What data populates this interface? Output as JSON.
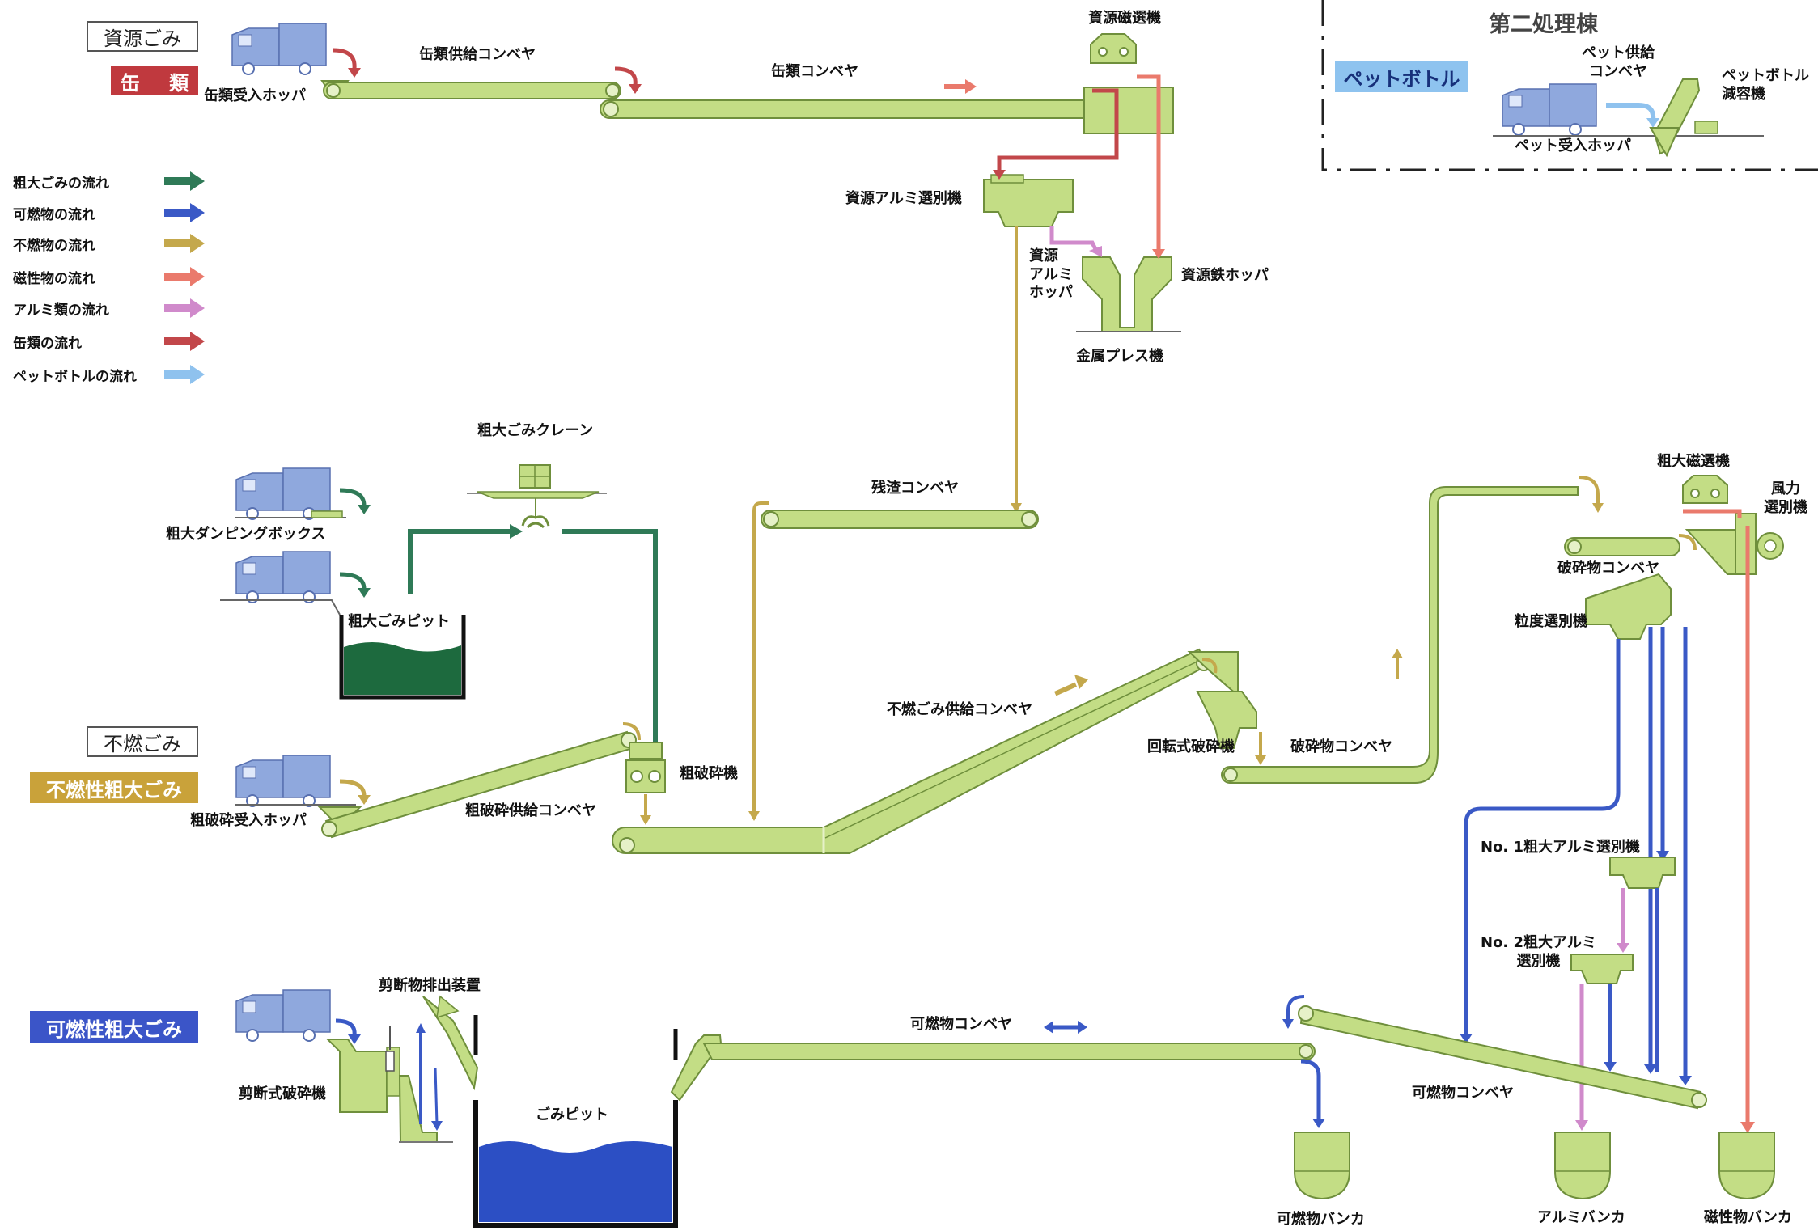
{
  "colors": {
    "machine_fill": "#c3dd85",
    "machine_stroke": "#6f8f3c",
    "truck": "#8fa8dd",
    "bulky": "#2f7a57",
    "combustible": "#3a59c6",
    "incombustible": "#c4a84c",
    "magnetic": "#ea7a6c",
    "aluminum": "#d08acb",
    "cans": "#c2474a",
    "pet": "#8fc2ee",
    "pit_green": "#1d6a3e",
    "pit_blue": "#2c4fc4"
  },
  "categories": {
    "resource_waste": "資源ごみ",
    "cans": "缶 類",
    "incombustible_waste": "不燃ごみ",
    "incombustible_bulky": "不燃性粗大ごみ",
    "combustible_bulky": "可燃性粗大ごみ",
    "pet_bottle": "ペットボトル"
  },
  "legend": [
    {
      "label": "粗大ごみの流れ",
      "color": "#2f7a57"
    },
    {
      "label": "可燃物の流れ",
      "color": "#3a59c6"
    },
    {
      "label": "不燃物の流れ",
      "color": "#c4a84c"
    },
    {
      "label": "磁性物の流れ",
      "color": "#ea7a6c"
    },
    {
      "label": "アルミ類の流れ",
      "color": "#d08acb"
    },
    {
      "label": "缶類の流れ",
      "color": "#c2474a"
    },
    {
      "label": "ペットボトルの流れ",
      "color": "#8fc2ee"
    }
  ],
  "second_building": {
    "title": "第二処理棟",
    "pet_feed_conveyor": "ペット供給\nコンベヤ",
    "pet_compactor": "ペットボトル\n減容機",
    "pet_hopper": "ペット受入ホッパ"
  },
  "labels": {
    "can_hopper": "缶類受入ホッパ",
    "can_feed_conveyor": "缶類供給コンベヤ",
    "can_conveyor": "缶類コンベヤ",
    "resource_magnet": "資源磁選機",
    "resource_al_separator": "資源アルミ選別機",
    "resource_al_hopper": "資源\nアルミ\nホッパ",
    "resource_iron_hopper": "資源鉄ホッパ",
    "metal_press": "金属プレス機",
    "bulky_crane": "粗大ごみクレーン",
    "bulky_dumping_box": "粗大ダンピングボックス",
    "bulky_pit": "粗大ごみピット",
    "residue_conveyor": "残渣コンベヤ",
    "coarse_crusher": "粗破砕機",
    "coarse_hopper": "粗破砕受入ホッパ",
    "coarse_feed_conveyor": "粗破砕供給コンベヤ",
    "incomb_feed_conveyor": "不燃ごみ供給コンベヤ",
    "rotary_crusher": "回転式破砕機",
    "crushed_conveyor_1": "破砕物コンベヤ",
    "crushed_conveyor_2": "破砕物コンベヤ",
    "bulky_magnet": "粗大磁選機",
    "air_separator": "風力\n選別機",
    "size_separator": "粒度選別機",
    "al_separator_1": "No. 1粗大アルミ選別機",
    "al_separator_2": "No. 2粗大アルミ\n選別機",
    "shear_outlet": "剪断物排出装置",
    "shear_crusher": "剪断式破砕機",
    "garbage_pit": "ごみピット",
    "comb_conveyor_1": "可燃物コンベヤ",
    "comb_conveyor_2": "可燃物コンベヤ",
    "comb_bunker": "可燃物バンカ",
    "al_bunker": "アルミバンカ",
    "mag_bunker": "磁性物バンカ"
  }
}
